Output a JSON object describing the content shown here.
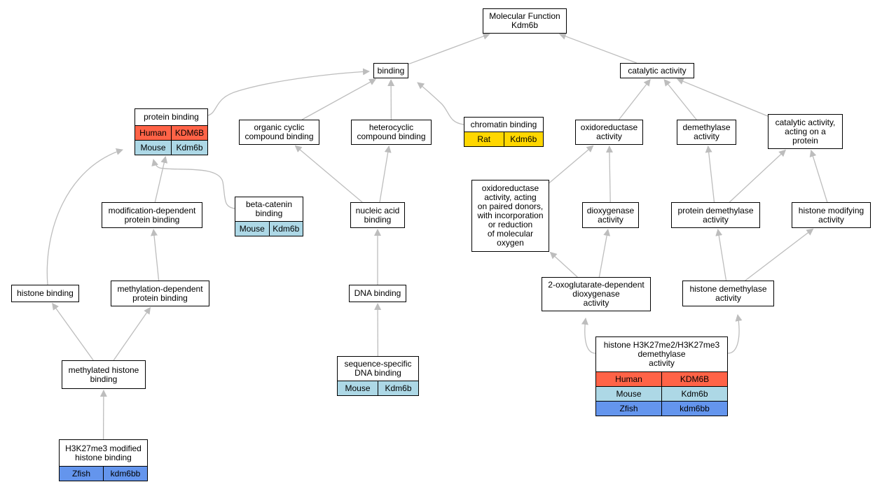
{
  "colors": {
    "edge": "#bdbdbd",
    "Human": "#ff6347",
    "Mouse": "#add8e6",
    "Rat": "#ffd700",
    "Zfish": "#6495ed"
  },
  "nodes": [
    {
      "id": "mf",
      "label": "Molecular Function\nKdm6b",
      "annotations": []
    },
    {
      "id": "binding",
      "label": "binding",
      "annotations": []
    },
    {
      "id": "catalytic",
      "label": "catalytic activity",
      "annotations": []
    },
    {
      "id": "protein_binding",
      "label": "protein binding",
      "annotations": [
        {
          "species": "Human",
          "gene": "KDM6B"
        },
        {
          "species": "Mouse",
          "gene": "Kdm6b"
        }
      ]
    },
    {
      "id": "organic_cyclic",
      "label": "organic cyclic\ncompound binding",
      "annotations": []
    },
    {
      "id": "heterocyclic",
      "label": "heterocyclic\ncompound binding",
      "annotations": []
    },
    {
      "id": "chromatin",
      "label": "chromatin binding",
      "annotations": [
        {
          "species": "Rat",
          "gene": "Kdm6b"
        }
      ]
    },
    {
      "id": "oxidoreductase",
      "label": "oxidoreductase\nactivity",
      "annotations": []
    },
    {
      "id": "demethylase",
      "label": "demethylase\nactivity",
      "annotations": []
    },
    {
      "id": "cat_protein",
      "label": "catalytic activity,\nacting on a\nprotein",
      "annotations": []
    },
    {
      "id": "oxido_paired",
      "label": "oxidoreductase\nactivity, acting\non paired donors,\nwith incorporation\nor reduction\nof molecular\noxygen",
      "annotations": []
    },
    {
      "id": "beta_catenin",
      "label": "beta-catenin\nbinding",
      "annotations": [
        {
          "species": "Mouse",
          "gene": "Kdm6b"
        }
      ]
    },
    {
      "id": "mod_dep",
      "label": "modification-dependent\nprotein binding",
      "annotations": []
    },
    {
      "id": "nucleic",
      "label": "nucleic acid\nbinding",
      "annotations": []
    },
    {
      "id": "dioxygenase",
      "label": "dioxygenase\nactivity",
      "annotations": []
    },
    {
      "id": "prot_demeth",
      "label": "protein demethylase\nactivity",
      "annotations": []
    },
    {
      "id": "hist_mod",
      "label": "histone modifying\nactivity",
      "annotations": []
    },
    {
      "id": "histone_binding",
      "label": "histone binding",
      "annotations": []
    },
    {
      "id": "meth_dep",
      "label": "methylation-dependent\nprotein binding",
      "annotations": []
    },
    {
      "id": "dna_binding",
      "label": "DNA binding",
      "annotations": []
    },
    {
      "id": "oxoglut",
      "label": "2-oxoglutarate-dependent\ndioxygenase\nactivity",
      "annotations": []
    },
    {
      "id": "hist_demeth",
      "label": "histone demethylase\nactivity",
      "annotations": []
    },
    {
      "id": "meth_hist",
      "label": "methylated histone\nbinding",
      "annotations": []
    },
    {
      "id": "seq_dna",
      "label": "sequence-specific\nDNA binding",
      "annotations": [
        {
          "species": "Mouse",
          "gene": "Kdm6b"
        }
      ]
    },
    {
      "id": "h3k27",
      "label": "histone H3K27me2/H3K27me3\ndemethylase\nactivity",
      "annotations": [
        {
          "species": "Human",
          "gene": "KDM6B"
        },
        {
          "species": "Mouse",
          "gene": "Kdm6b"
        },
        {
          "species": "Zfish",
          "gene": "kdm6bb"
        }
      ]
    },
    {
      "id": "h3k27me3_mod",
      "label": "H3K27me3 modified\nhistone binding",
      "annotations": [
        {
          "species": "Zfish",
          "gene": "kdm6bb"
        }
      ]
    }
  ],
  "edges": [
    {
      "from": "binding",
      "to": "mf"
    },
    {
      "from": "catalytic",
      "to": "mf"
    },
    {
      "from": "protein_binding",
      "to": "binding"
    },
    {
      "from": "organic_cyclic",
      "to": "binding"
    },
    {
      "from": "heterocyclic",
      "to": "binding"
    },
    {
      "from": "chromatin",
      "to": "binding"
    },
    {
      "from": "oxidoreductase",
      "to": "catalytic"
    },
    {
      "from": "demethylase",
      "to": "catalytic"
    },
    {
      "from": "cat_protein",
      "to": "catalytic"
    },
    {
      "from": "oxido_paired",
      "to": "oxidoreductase"
    },
    {
      "from": "dioxygenase",
      "to": "oxidoreductase"
    },
    {
      "from": "prot_demeth",
      "to": "demethylase"
    },
    {
      "from": "prot_demeth",
      "to": "cat_protein"
    },
    {
      "from": "hist_mod",
      "to": "cat_protein"
    },
    {
      "from": "beta_catenin",
      "to": "protein_binding"
    },
    {
      "from": "mod_dep",
      "to": "protein_binding"
    },
    {
      "from": "histone_binding",
      "to": "protein_binding"
    },
    {
      "from": "nucleic",
      "to": "organic_cyclic"
    },
    {
      "from": "nucleic",
      "to": "heterocyclic"
    },
    {
      "from": "meth_dep",
      "to": "mod_dep"
    },
    {
      "from": "dna_binding",
      "to": "nucleic"
    },
    {
      "from": "oxoglut",
      "to": "oxido_paired"
    },
    {
      "from": "oxoglut",
      "to": "dioxygenase"
    },
    {
      "from": "hist_demeth",
      "to": "prot_demeth"
    },
    {
      "from": "hist_demeth",
      "to": "hist_mod"
    },
    {
      "from": "meth_hist",
      "to": "histone_binding"
    },
    {
      "from": "meth_hist",
      "to": "meth_dep"
    },
    {
      "from": "seq_dna",
      "to": "dna_binding"
    },
    {
      "from": "h3k27",
      "to": "oxoglut"
    },
    {
      "from": "h3k27",
      "to": "hist_demeth"
    },
    {
      "from": "h3k27me3_mod",
      "to": "meth_hist"
    }
  ]
}
